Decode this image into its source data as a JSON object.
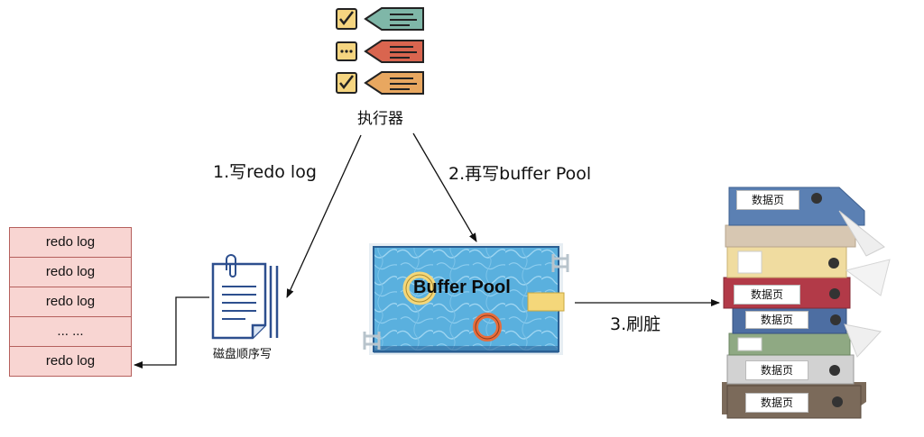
{
  "executor": {
    "label": "执行器"
  },
  "steps": {
    "write_redo": "1.写redo log",
    "write_pool": "2.再写buffer Pool",
    "flush": "3.刷脏"
  },
  "redo_log": {
    "rows": [
      "redo log",
      "redo log",
      "redo log",
      "... ...",
      "redo log"
    ]
  },
  "disk": {
    "label": "磁盘顺序写"
  },
  "buffer_pool": {
    "title": "Buffer Pool"
  },
  "data_pages": {
    "tags": [
      "数据页",
      "数据页",
      "数据页",
      "数据页",
      "数据页"
    ]
  },
  "colors": {
    "log_fill": "#f8d5d2",
    "log_border": "#b5605d",
    "pool_water": "#4da6d6",
    "pool_edge": "#2a5f93",
    "tag_green": "#7fb7a8",
    "tag_red": "#d9654f",
    "tag_orange": "#e8a760"
  }
}
